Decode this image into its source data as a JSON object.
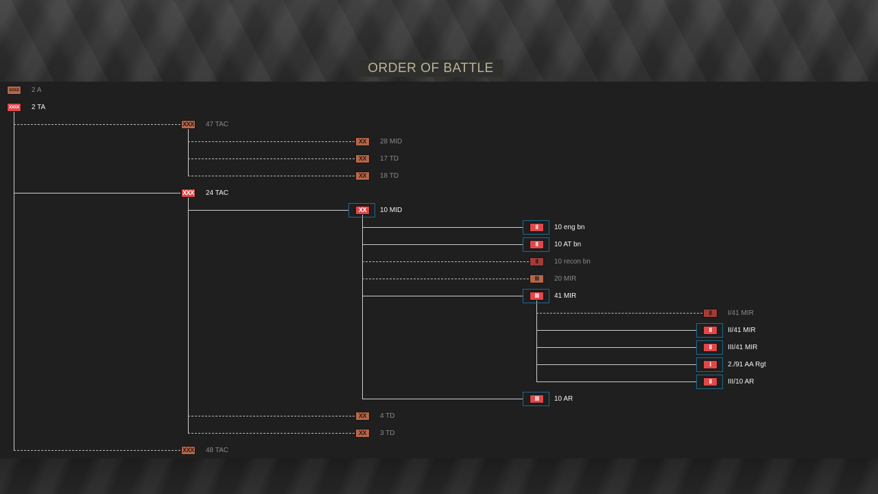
{
  "header": {
    "title": "ORDER OF BATTLE"
  },
  "colors": {
    "active_unit": "#e0474a",
    "inactive_unit": "#b5664a",
    "selected_frame": "#1e6a92",
    "line": "#cfcfcf"
  },
  "units": [
    {
      "id": "2a",
      "label": "2 A",
      "symbol": "XXXX",
      "state": "inactive",
      "framed": false
    },
    {
      "id": "2ta",
      "label": "2 TA",
      "symbol": "XXXX",
      "state": "active",
      "framed": false
    },
    {
      "id": "47tac",
      "label": "47 TAC",
      "symbol": "XXX",
      "state": "inactive",
      "framed": false
    },
    {
      "id": "28mid",
      "label": "28 MID",
      "symbol": "XX",
      "state": "inactive",
      "framed": false
    },
    {
      "id": "17td",
      "label": "17 TD",
      "symbol": "XX",
      "state": "inactive",
      "framed": false
    },
    {
      "id": "18td",
      "label": "18 TD",
      "symbol": "XX",
      "state": "inactive",
      "framed": false
    },
    {
      "id": "24tac",
      "label": "24 TAC",
      "symbol": "XXX",
      "state": "active",
      "framed": false
    },
    {
      "id": "10mid",
      "label": "10 MID",
      "symbol": "XX",
      "state": "active",
      "framed": true
    },
    {
      "id": "10engbn",
      "label": "10 eng bn",
      "symbol": "II",
      "state": "active",
      "framed": true
    },
    {
      "id": "10atbn",
      "label": "10 AT bn",
      "symbol": "II",
      "state": "active",
      "framed": true
    },
    {
      "id": "10reconbn",
      "label": "10 recon bn",
      "symbol": "II",
      "state": "dim",
      "framed": false
    },
    {
      "id": "20mir",
      "label": "20 MIR",
      "symbol": "III",
      "state": "inactive",
      "framed": false
    },
    {
      "id": "41mir",
      "label": "41 MIR",
      "symbol": "III",
      "state": "active",
      "framed": true
    },
    {
      "id": "i41mir",
      "label": "I/41 MIR",
      "symbol": "II",
      "state": "dim",
      "framed": false
    },
    {
      "id": "ii41mir",
      "label": "II/41 MIR",
      "symbol": "II",
      "state": "active",
      "framed": true
    },
    {
      "id": "iii41mir",
      "label": "III/41 MIR",
      "symbol": "II",
      "state": "active",
      "framed": true
    },
    {
      "id": "291aargt",
      "label": "2./91 AA Rgt",
      "symbol": "I",
      "state": "active",
      "framed": true
    },
    {
      "id": "iii10ar",
      "label": "III/10 AR",
      "symbol": "II",
      "state": "active",
      "framed": true
    },
    {
      "id": "10ar",
      "label": "10 AR",
      "symbol": "III",
      "state": "active",
      "framed": true
    },
    {
      "id": "4td",
      "label": "4 TD",
      "symbol": "XX",
      "state": "inactive",
      "framed": false
    },
    {
      "id": "3td",
      "label": "3 TD",
      "symbol": "XX",
      "state": "inactive",
      "framed": false
    },
    {
      "id": "48tac",
      "label": "48 TAC",
      "symbol": "XXX",
      "state": "inactive",
      "framed": false
    }
  ]
}
